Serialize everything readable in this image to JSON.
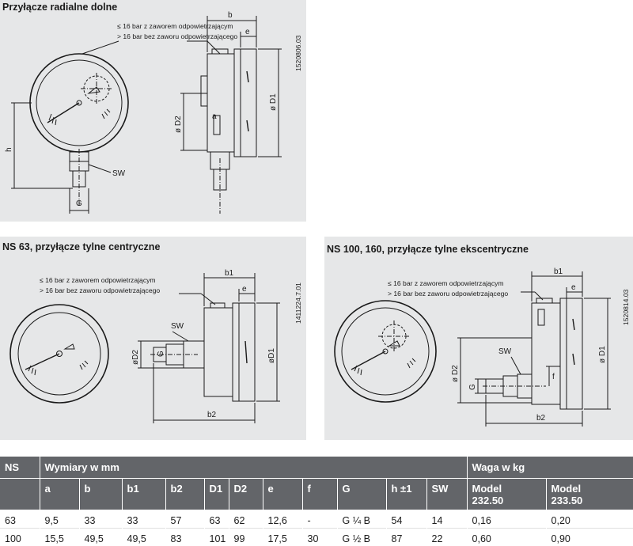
{
  "panels": {
    "radial": {
      "title": "Przyłącze radialne dolne",
      "note_line1": "≤ 16 bar z zaworem odpowietrzającym",
      "note_line2": "> 16 bar bez zaworu odpowietrzającego",
      "code": "1520806.03",
      "dims": {
        "b": "b",
        "e": "e",
        "D1": "ø D1",
        "D2": "ø D2",
        "a": "a",
        "h": "h",
        "SW": "SW",
        "G": "G"
      }
    },
    "centric": {
      "title": "NS 63, przyłącze tylne centryczne",
      "note_line1": "≤ 16 bar z zaworem odpowietrzającym",
      "note_line2": "> 16 bar bez zaworu odpowietrzającego",
      "code": "1411224.7.01",
      "dims": {
        "b1": "b1",
        "b2": "b2",
        "e": "e",
        "D1": "øD1",
        "D2": "øD2",
        "SW": "SW",
        "G": "G"
      }
    },
    "eccentric": {
      "title": "NS 100, 160, przyłącze tylne ekscentryczne",
      "note_line1": "≤ 16 bar z zaworem odpowietrzającym",
      "note_line2": "> 16 bar bez zaworu odpowietrzającego",
      "code": "1520814.03",
      "dims": {
        "b1": "b1",
        "b2": "b2",
        "e": "e",
        "D1": "ø D1",
        "D2": "ø D2",
        "SW": "SW",
        "G": "G",
        "f": "f"
      }
    }
  },
  "table": {
    "header1": {
      "ns": "NS",
      "dims": "Wymiary w mm",
      "weight": "Waga w kg"
    },
    "columns": [
      "a",
      "b",
      "b1",
      "b2",
      "D1",
      "D2",
      "e",
      "f",
      "G",
      "h ±1",
      "SW"
    ],
    "weight_cols": [
      {
        "line1": "Model",
        "line2": "232.50"
      },
      {
        "line1": "Model",
        "line2": "233.50"
      }
    ],
    "rows": [
      [
        "63",
        "9,5",
        "33",
        "33",
        "57",
        "63",
        "62",
        "12,6",
        "-",
        "G ¼ B",
        "54",
        "14",
        "0,16",
        "0,20"
      ],
      [
        "100",
        "15,5",
        "49,5",
        "49,5",
        "83",
        "101",
        "99",
        "17,5",
        "30",
        "G ½ B",
        "87",
        "22",
        "0,60",
        "0,90"
      ]
    ]
  }
}
